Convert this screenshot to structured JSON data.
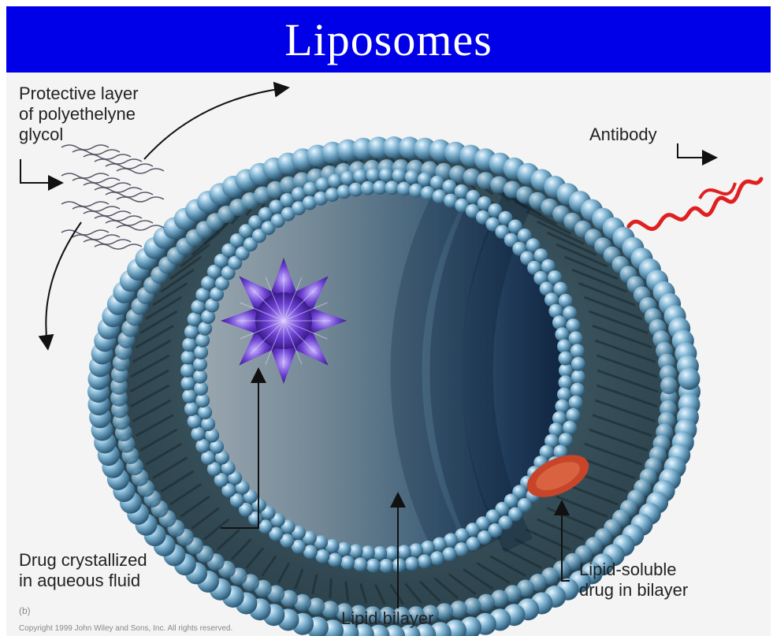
{
  "title": "Liposomes",
  "labels": {
    "peg_layer": "Protective layer\nof polyethelyne\nglycol",
    "antibody": "Antibody",
    "drug_aqueous": "Drug crystallized\nin aqueous fluid",
    "lipid_soluble": "Lipid-soluble\ndrug in bilayer",
    "lipid_bilayer": "Lipid bilayer",
    "panel_marker": "(b)",
    "copyright": "Copyright 1999 John Wiley and Sons, Inc. All rights reserved."
  },
  "colors": {
    "title_background": "#0000e8",
    "title_text": "#ffffff",
    "lipid_head": "#7fb4d2",
    "interior": "#3b5866",
    "antibody": "#e02020",
    "drug_crystal": "#6a3fd0",
    "bilayer_drug": "#c8452a"
  }
}
